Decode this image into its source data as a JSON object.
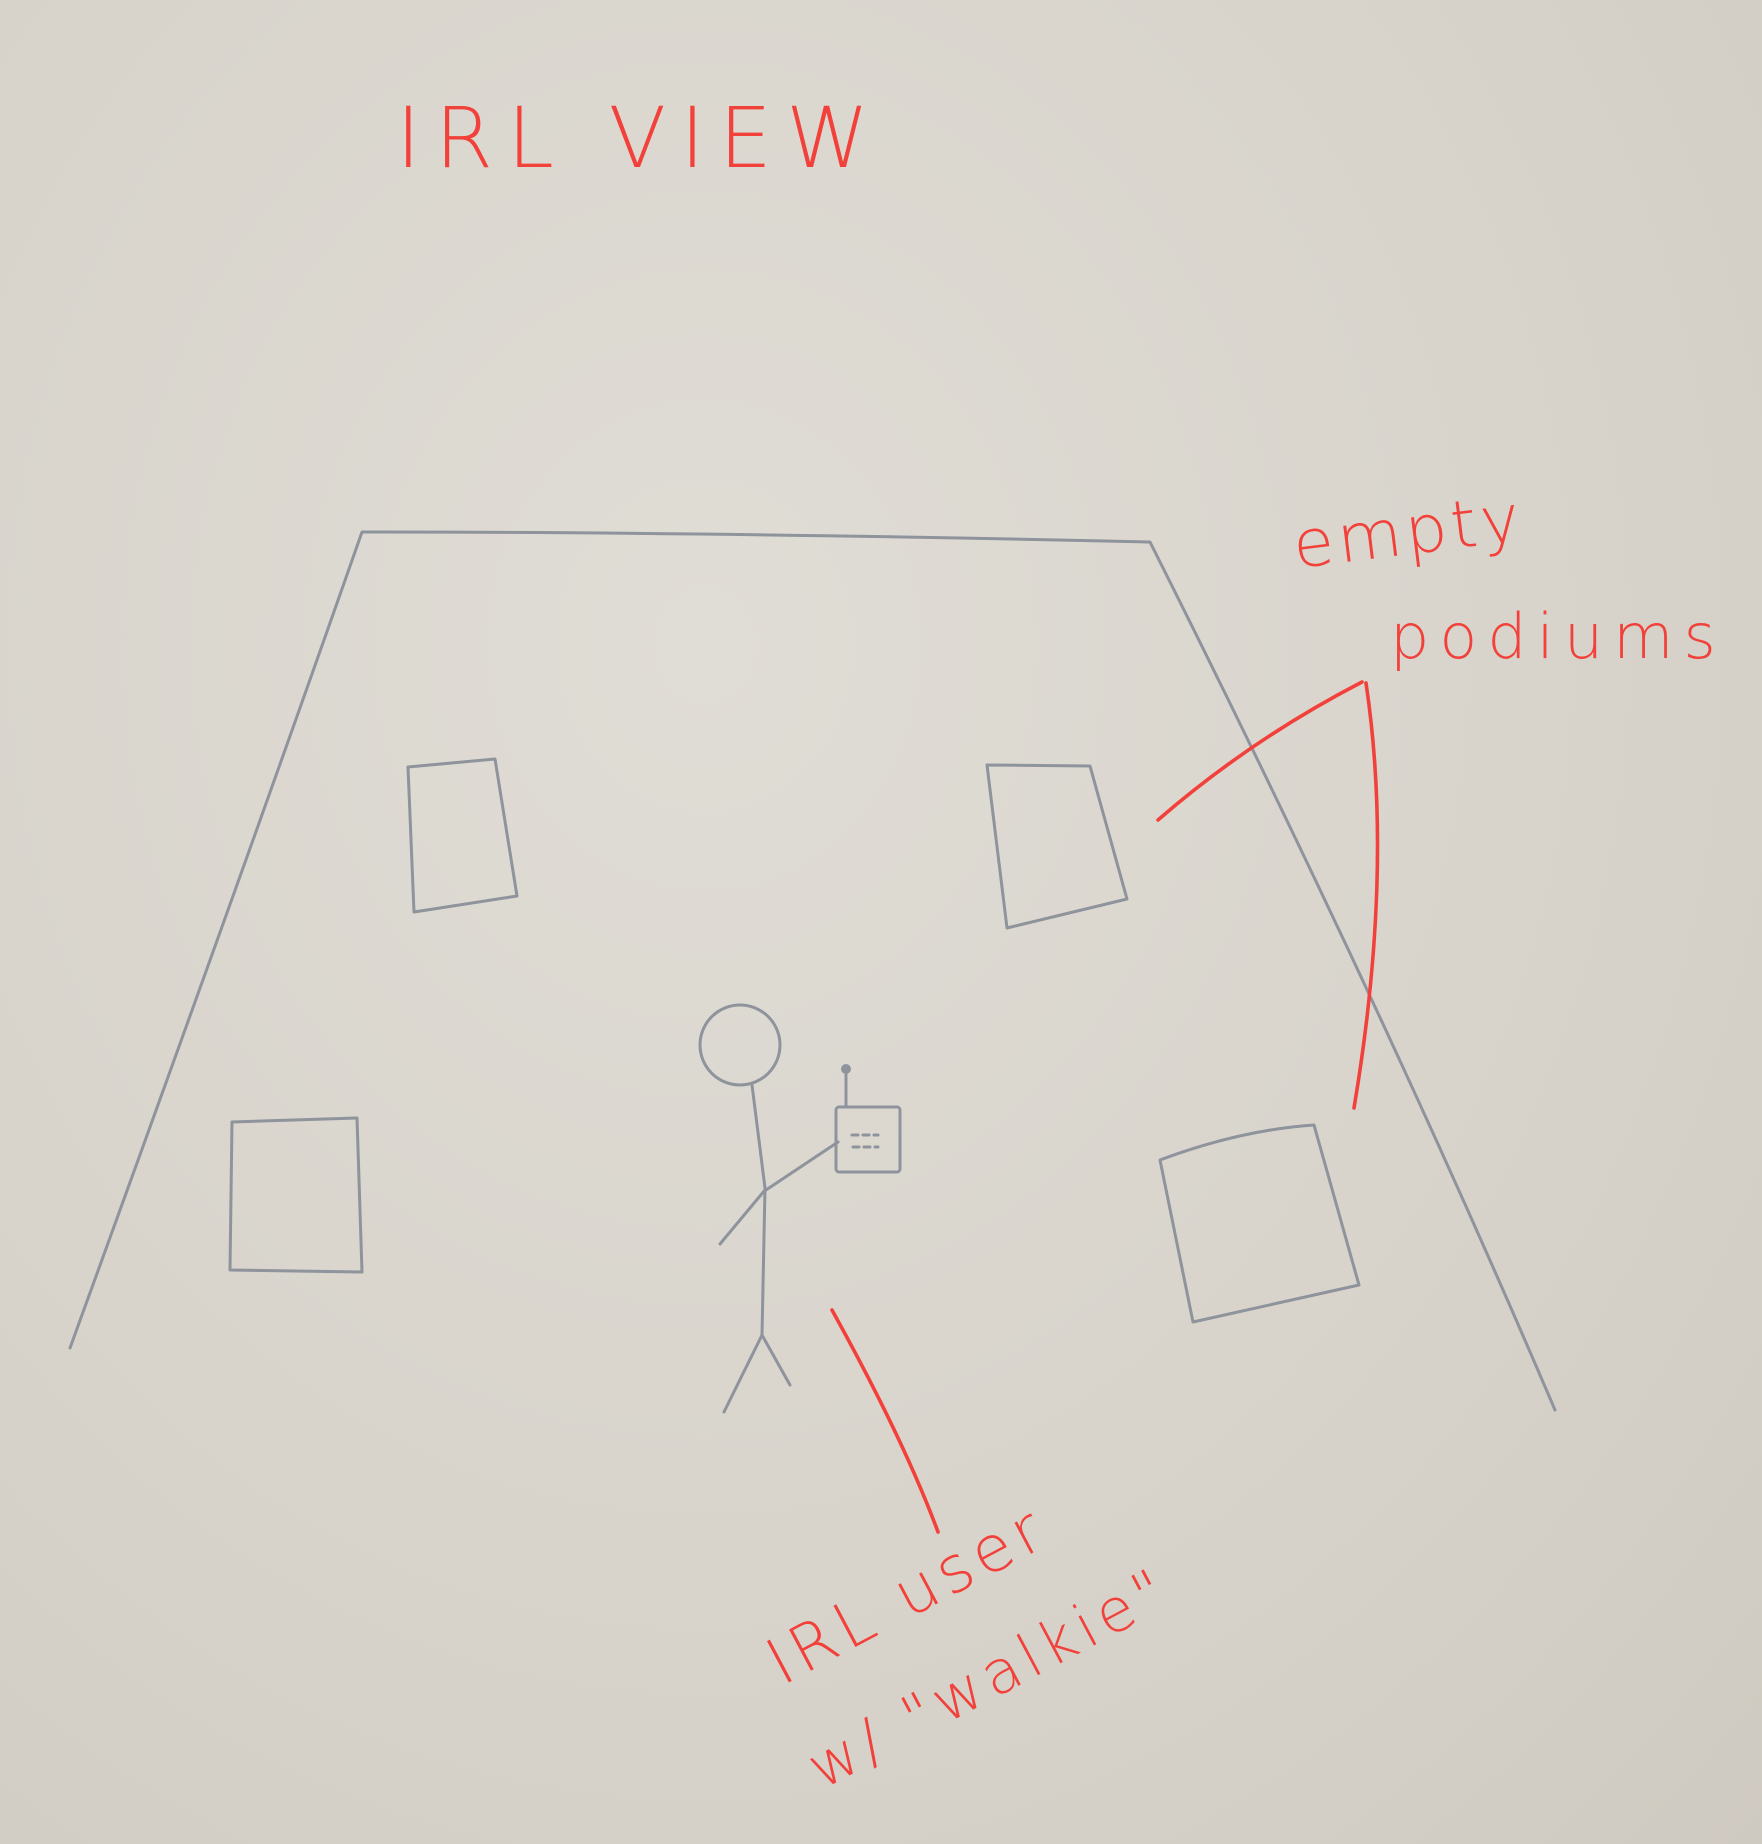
{
  "diagram": {
    "title": "IRL VIEW",
    "labels": {
      "podiums_line1": "empty",
      "podiums_line2": "podiums",
      "user_line1": "IRL user",
      "user_line2": "w/ \"walkie\""
    },
    "colors": {
      "paper": "#d9d5cd",
      "pencil": "#8e939c",
      "marker": "#f2413a"
    }
  }
}
